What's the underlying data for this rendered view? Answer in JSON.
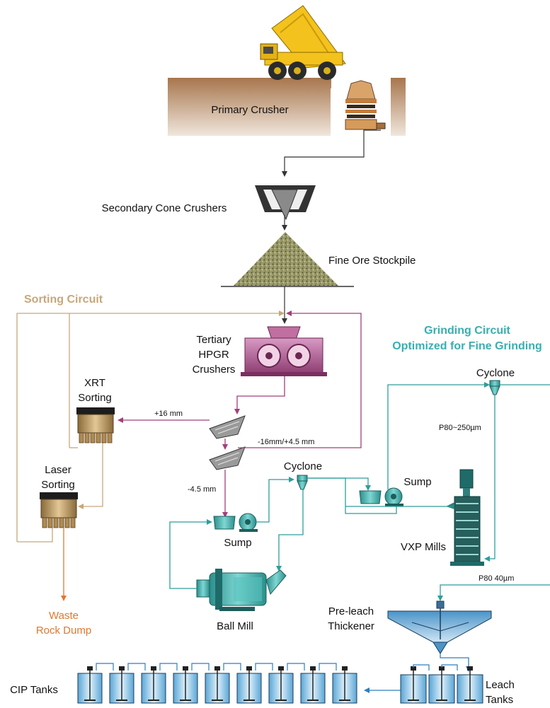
{
  "labels": {
    "primary_crusher": "Primary Crusher",
    "secondary_cone_crushers": "Secondary Cone Crushers",
    "fine_ore_stockpile": "Fine Ore Stockpile",
    "sorting_circuit": "Sorting Circuit",
    "grinding_circuit_line1": "Grinding Circuit",
    "grinding_circuit_line2": "Optimized for Fine Grinding",
    "tertiary_line1": "Tertiary",
    "tertiary_line2": "HPGR",
    "tertiary_line3": "Crushers",
    "xrt_line1": "XRT",
    "xrt_line2": "Sorting",
    "laser_line1": "Laser",
    "laser_line2": "Sorting",
    "plus16": "+16 mm",
    "minus16_plus45": "-16mm/+4.5 mm",
    "minus45": "-4.5 mm",
    "cyclone_upper": "Cyclone",
    "cyclone_lower": "Cyclone",
    "sump_upper": "Sump",
    "sump_lower": "Sump",
    "p80_250": "P80~250µm",
    "vxp_mills": "VXP Mills",
    "ball_mill": "Ball Mill",
    "waste_line1": "Waste",
    "waste_line2": "Rock Dump",
    "p80_40": "P80 40µm",
    "preleach_line1": "Pre-leach",
    "preleach_line2": "Thickener",
    "cip_tanks": "CIP Tanks",
    "leach_line1": "Leach",
    "leach_line2": "Tanks"
  },
  "colors": {
    "sorting_circuit": "#c8a77a",
    "grinding_circuit": "#3aaeb0",
    "crushing_flow": "#a0407a",
    "grinding_flow": "#2f9e9a",
    "waste": "#e07830",
    "ground": "#a0714a",
    "hpgr": "#b0508a",
    "equipment_teal": "#3fb7b2"
  }
}
